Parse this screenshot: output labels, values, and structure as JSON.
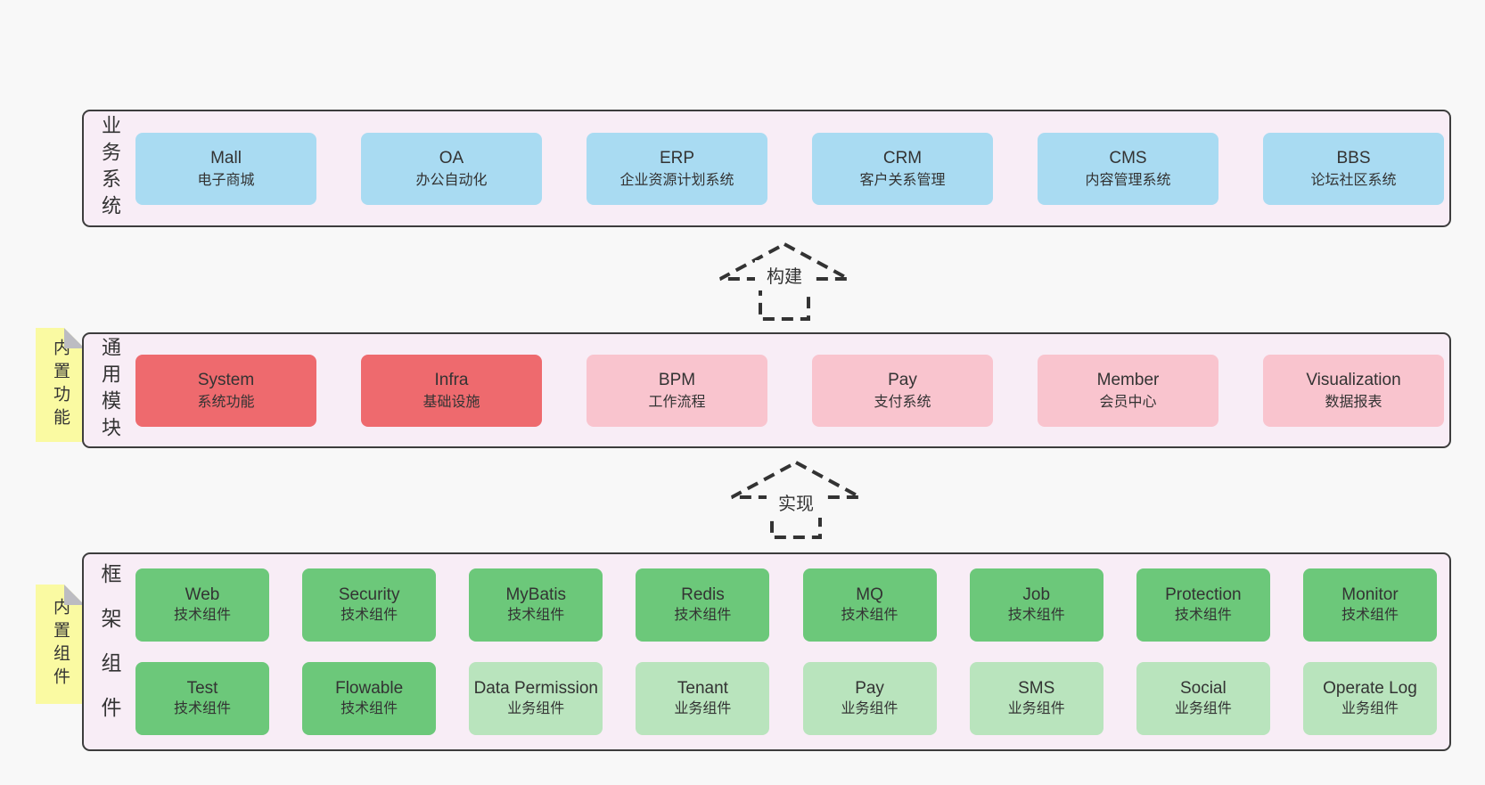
{
  "colors": {
    "page_background": "#f8f8f8",
    "container_fill": "#f8edf6",
    "container_border": "#3d3d3d",
    "business_box": "#a9dbf2",
    "core_module_box": "#ee6a6e",
    "optional_module_box": "#f9c4ce",
    "tech_component_box": "#6cc87a",
    "biz_component_box": "#b9e4bd",
    "sticky_note": "#fafaa2",
    "note_fold": "#bcbcc2",
    "text": "#333333"
  },
  "arrows": [
    {
      "label": "构建"
    },
    {
      "label": "实现"
    }
  ],
  "layers": [
    {
      "title_vertical": "业务系统",
      "boxes": [
        {
          "name": "Mall",
          "subtitle": "电子商城"
        },
        {
          "name": "OA",
          "subtitle": "办公自动化"
        },
        {
          "name": "ERP",
          "subtitle": "企业资源计划系统"
        },
        {
          "name": "CRM",
          "subtitle": "客户关系管理"
        },
        {
          "name": "CMS",
          "subtitle": "内容管理系统"
        },
        {
          "name": "BBS",
          "subtitle": "论坛社区系统"
        }
      ]
    },
    {
      "title_vertical": "通用模块",
      "note": "内置功能",
      "boxes": [
        {
          "name": "System",
          "subtitle": "系统功能"
        },
        {
          "name": "Infra",
          "subtitle": "基础设施"
        },
        {
          "name": "BPM",
          "subtitle": "工作流程"
        },
        {
          "name": "Pay",
          "subtitle": "支付系统"
        },
        {
          "name": "Member",
          "subtitle": "会员中心"
        },
        {
          "name": "Visualization",
          "subtitle": "数据报表"
        }
      ]
    },
    {
      "title_vertical": "框架组件",
      "note": "内置组件",
      "rows": [
        [
          {
            "name": "Web",
            "subtitle": "技术组件"
          },
          {
            "name": "Security",
            "subtitle": "技术组件"
          },
          {
            "name": "MyBatis",
            "subtitle": "技术组件"
          },
          {
            "name": "Redis",
            "subtitle": "技术组件"
          },
          {
            "name": "MQ",
            "subtitle": "技术组件"
          },
          {
            "name": "Job",
            "subtitle": "技术组件"
          },
          {
            "name": "Protection",
            "subtitle": "技术组件"
          },
          {
            "name": "Monitor",
            "subtitle": "技术组件"
          }
        ],
        [
          {
            "name": "Test",
            "subtitle": "技术组件"
          },
          {
            "name": "Flowable",
            "subtitle": "技术组件"
          },
          {
            "name": "Data Permission",
            "subtitle": "业务组件"
          },
          {
            "name": "Tenant",
            "subtitle": "业务组件"
          },
          {
            "name": "Pay",
            "subtitle": "业务组件"
          },
          {
            "name": "SMS",
            "subtitle": "业务组件"
          },
          {
            "name": "Social",
            "subtitle": "业务组件"
          },
          {
            "name": "Operate Log",
            "subtitle": "业务组件"
          }
        ]
      ]
    }
  ]
}
